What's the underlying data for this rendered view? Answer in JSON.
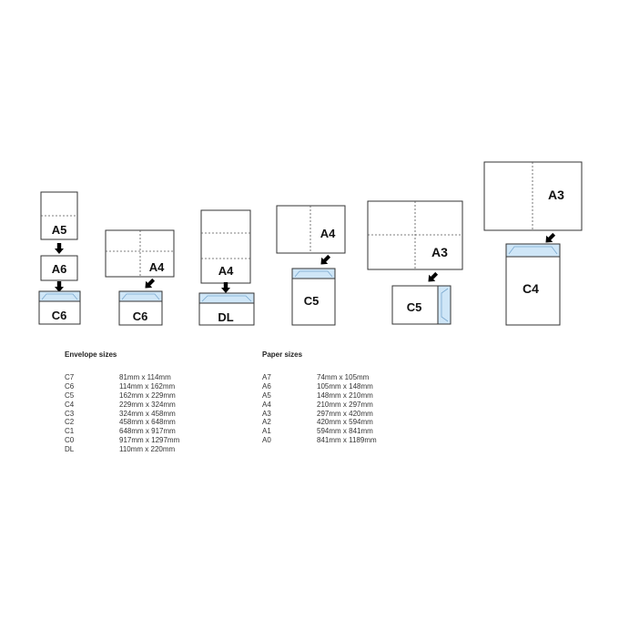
{
  "diagram": {
    "labels": {
      "a5_1": "A5",
      "a6": "A6",
      "c6_1": "C6",
      "a4_2": "A4",
      "c6_2": "C6",
      "a4_3": "A4",
      "dl": "DL",
      "a4_4": "A4",
      "c5_4": "C5",
      "a3_5": "A3",
      "c5_5": "C5",
      "a3_6": "A3",
      "c4": "C4"
    }
  },
  "envelope": {
    "title": "Envelope sizes",
    "rows": [
      {
        "code": "C7",
        "size": "81mm x 114mm"
      },
      {
        "code": "C6",
        "size": "114mm x 162mm"
      },
      {
        "code": "C5",
        "size": "162mm x 229mm"
      },
      {
        "code": "C4",
        "size": "229mm x 324mm"
      },
      {
        "code": "C3",
        "size": "324mm x 458mm"
      },
      {
        "code": "C2",
        "size": "458mm x 648mm"
      },
      {
        "code": "C1",
        "size": "648mm x 917mm"
      },
      {
        "code": "C0",
        "size": "917mm x 1297mm"
      },
      {
        "code": "DL",
        "size": "110mm x 220mm"
      }
    ]
  },
  "paper": {
    "title": "Paper sizes",
    "rows": [
      {
        "code": "A7",
        "size": "74mm x 105mm"
      },
      {
        "code": "A6",
        "size": "105mm x 148mm"
      },
      {
        "code": "A5",
        "size": "148mm x 210mm"
      },
      {
        "code": "A4",
        "size": "210mm x 297mm"
      },
      {
        "code": "A3",
        "size": "297mm x 420mm"
      },
      {
        "code": "A2",
        "size": "420mm x 594mm"
      },
      {
        "code": "A1",
        "size": "594mm x 841mm"
      },
      {
        "code": "A0",
        "size": "841mm x 1189mm"
      }
    ]
  }
}
